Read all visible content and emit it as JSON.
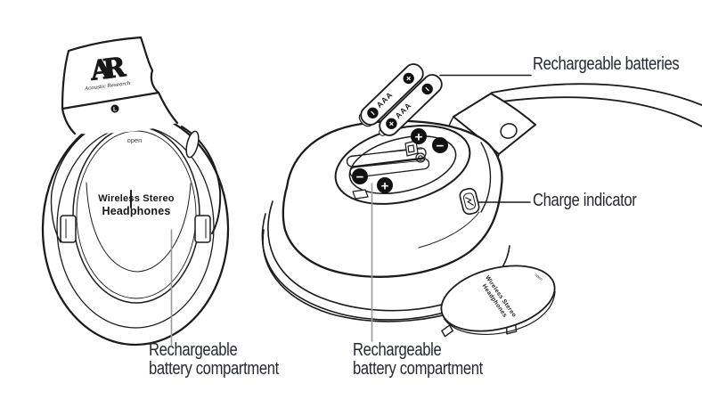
{
  "canvas": {
    "background": "#ffffff",
    "ink_color": "#1c1c1c",
    "label_color": "#242831",
    "leader_gray": "#9a9a9a"
  },
  "left_view": {
    "logo_text": "AR",
    "logo_subtext": "Acoustic Research",
    "channel_marker": "L",
    "open_label": "open",
    "product_name_line1": "Wireless Stereo",
    "product_name_line2": "Headphones",
    "compartment_callout": {
      "line1": "Rechargeable",
      "line2": "battery compartment"
    }
  },
  "exploded_view": {
    "battery_size_label_1": "AAA",
    "battery_size_label_2": "AAA",
    "polarity": {
      "plus": "+",
      "minus": "−"
    },
    "batteries_callout": "Rechargeable batteries",
    "charge_callout": "Charge indicator",
    "compartment_callout": {
      "line1": "Rechargeable",
      "line2": "battery compartment"
    },
    "cover_text_line1": "Wireless Stereo",
    "cover_text_line2": "Headphones",
    "cover_open_label": "open"
  }
}
